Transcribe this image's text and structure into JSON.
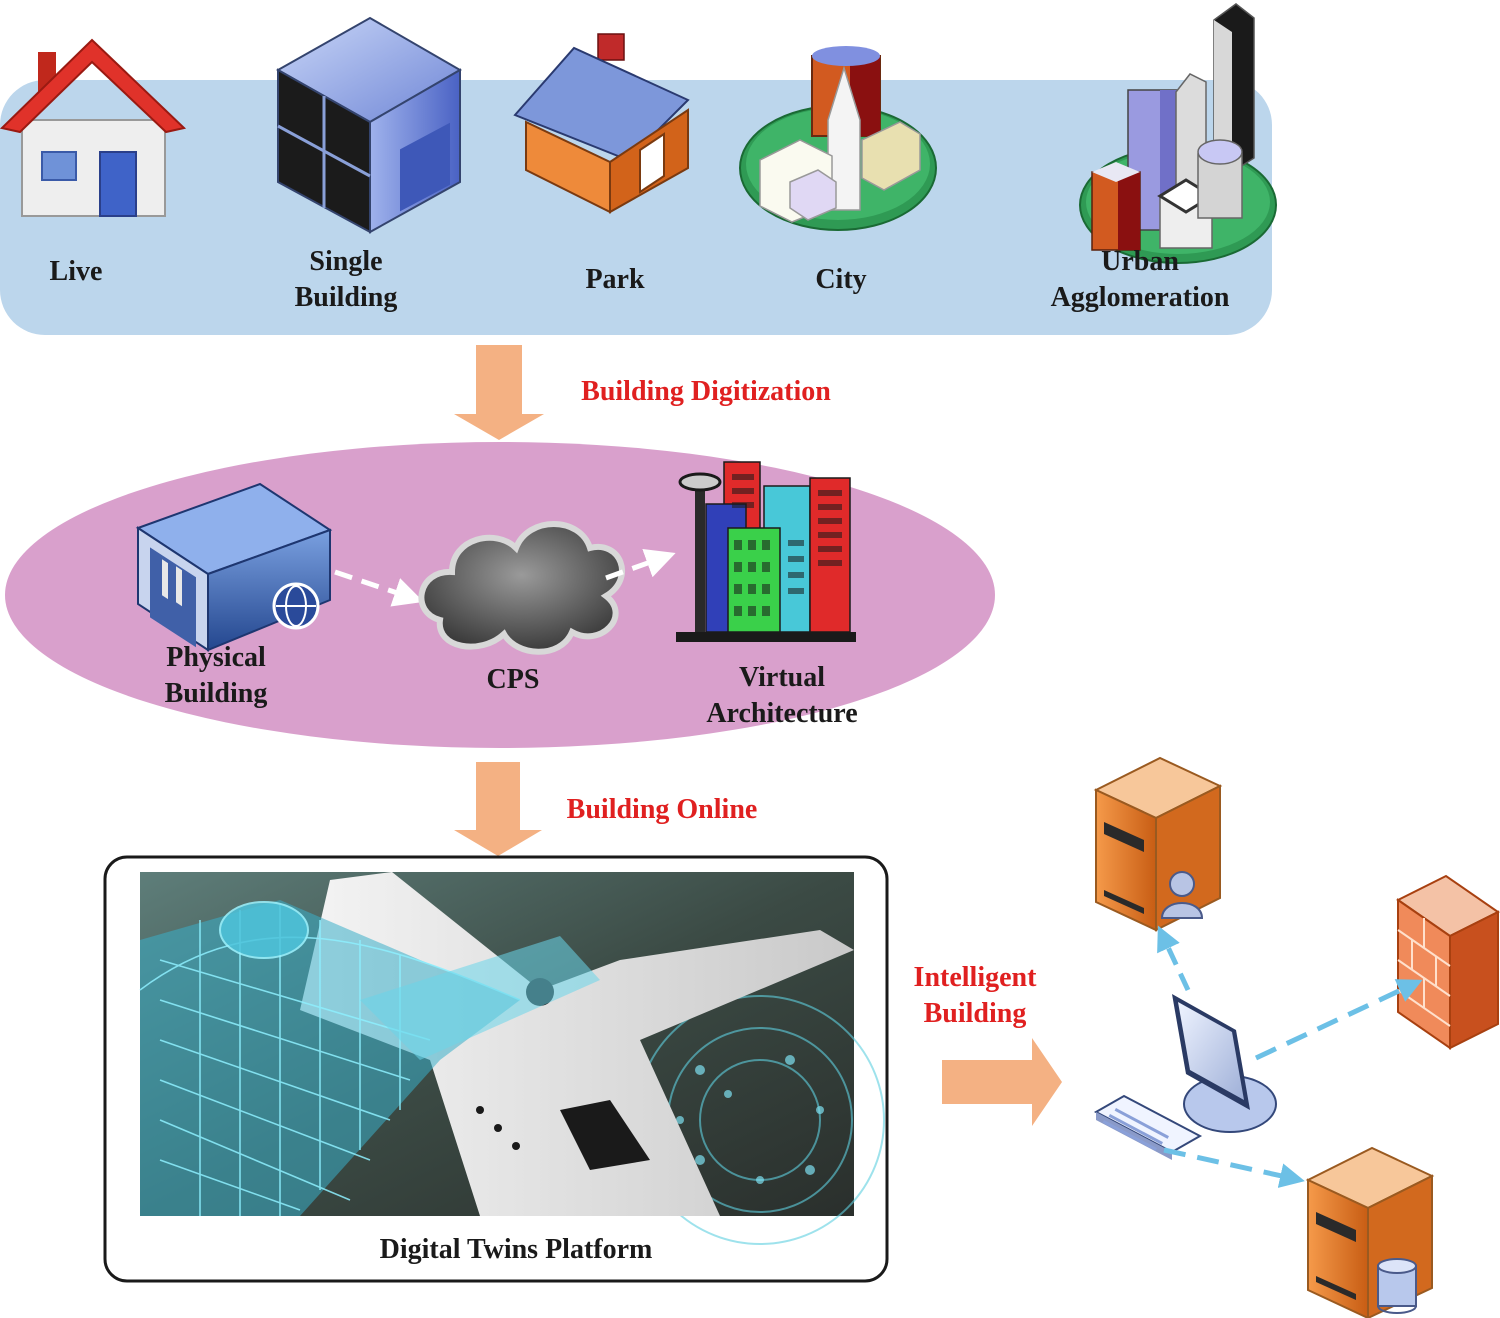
{
  "top_band": {
    "items": [
      {
        "label": "Live"
      },
      {
        "label_line1": "Single",
        "label_line2": "Building"
      },
      {
        "label": "Park"
      },
      {
        "label": "City"
      },
      {
        "label_line1": "Urban",
        "label_line2": "Agglomeration"
      }
    ]
  },
  "arrow1": {
    "label": "Building Digitization"
  },
  "ellipse": {
    "physical": {
      "line1": "Physical",
      "line2": "Building"
    },
    "cps": {
      "label": "CPS"
    },
    "virtual": {
      "line1": "Virtual",
      "line2": "Architecture"
    }
  },
  "arrow2": {
    "label": "Building Online"
  },
  "platform": {
    "label": "Digital Twins Platform"
  },
  "arrow3": {
    "line1": "Intelligent",
    "line2": "Building"
  },
  "colors": {
    "band": "#bcd6ec",
    "ellipse": "#d9a0cc",
    "arrow": "#f4b183",
    "accent_red": "#e02020",
    "connector": "#6cc0e6"
  },
  "icons": [
    "house-icon",
    "office-building-icon",
    "park-house-icon",
    "city-icon",
    "urban-agglomeration-icon",
    "server-box-icon",
    "cloud-icon",
    "skyscrapers-icon",
    "airplane-wireframe-image",
    "user-server-icon",
    "firewall-icon",
    "workstation-icon",
    "keyboard-icon",
    "database-server-icon"
  ]
}
